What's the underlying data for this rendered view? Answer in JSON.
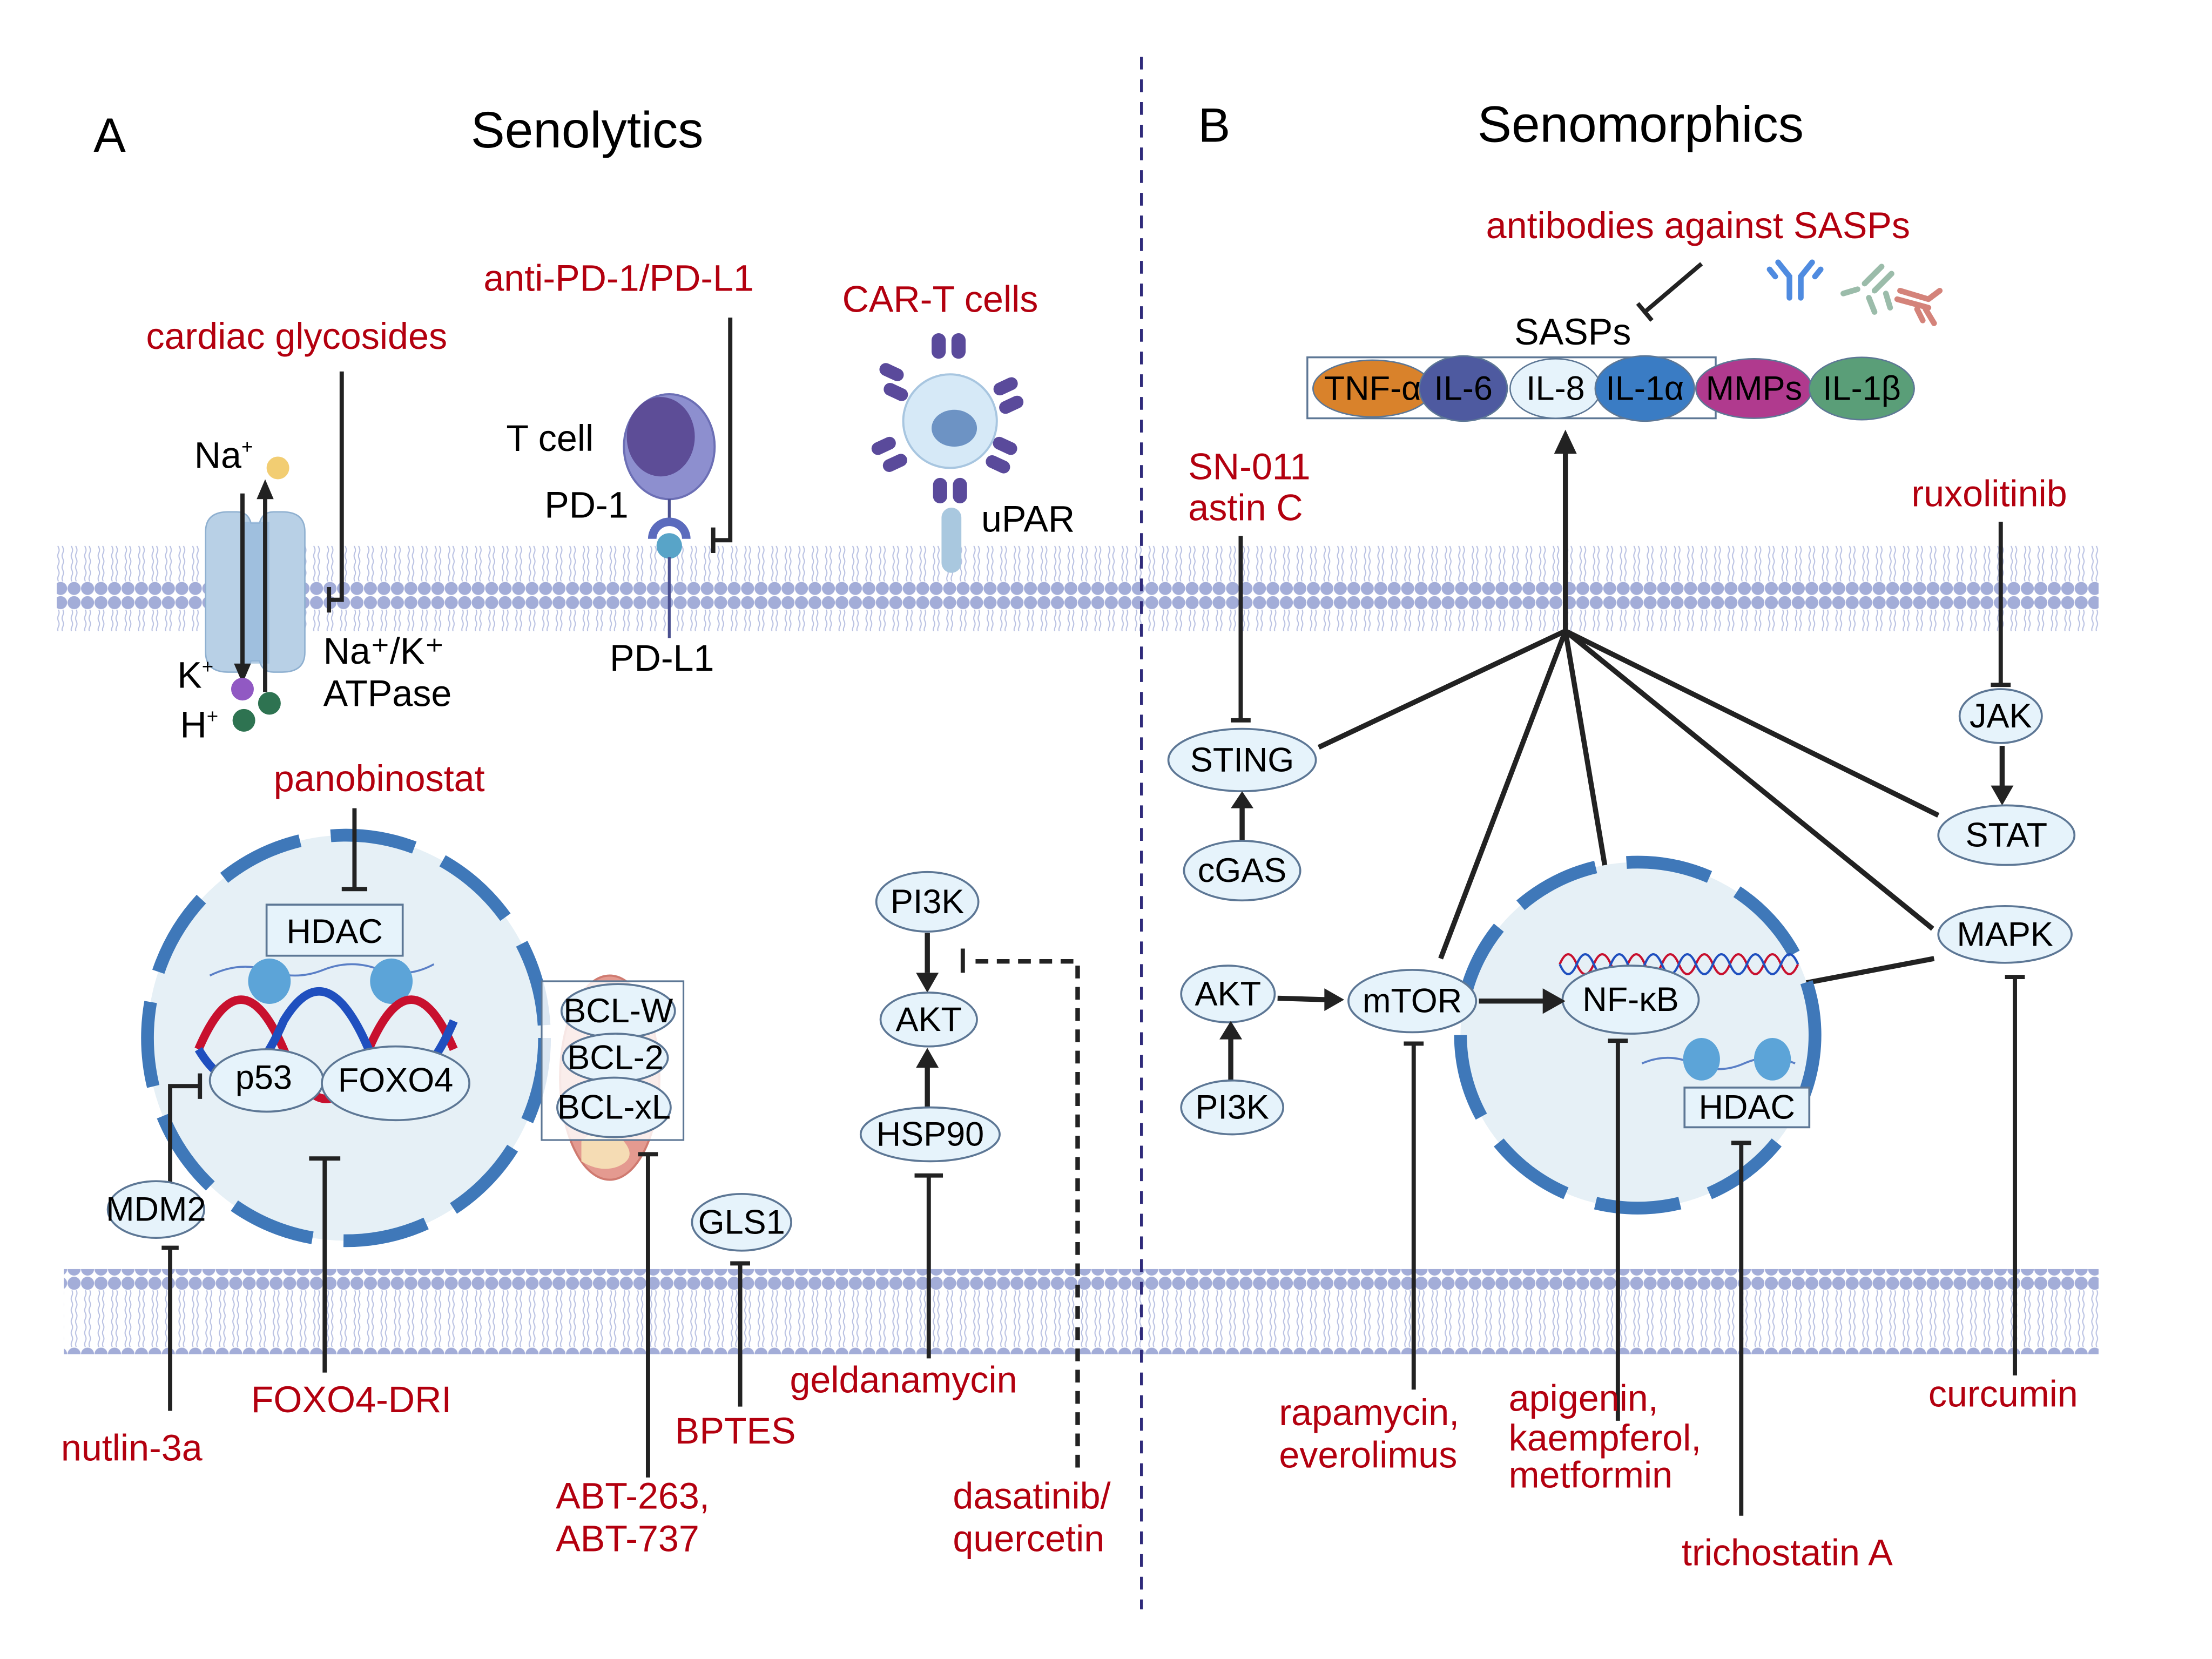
{
  "panels": {
    "a": {
      "letter": "A",
      "title": "Senolytics"
    },
    "b": {
      "letter": "B",
      "title": "Senomorphics"
    }
  },
  "senolytics": {
    "drugs": {
      "cardiac_glycosides": "cardiac glycosides",
      "anti_pd1": "anti-PD-1/PD-L1",
      "car_t": "CAR-T cells",
      "panobinostat": "panobinostat",
      "nutlin": "nutlin-3a",
      "foxo4_dri": "FOXO4-DRI",
      "abt_1": "ABT-263,",
      "abt_2": "ABT-737",
      "bptes": "BPTES",
      "geldanamycin": "geldanamycin",
      "dasatinib_1": "dasatinib/",
      "dasatinib_2": "quercetin"
    },
    "labels": {
      "na": "Na",
      "k": "K",
      "h": "H",
      "plus": "+",
      "atpase_1": "Na⁺/K⁺",
      "atpase_2": "ATPase",
      "tcell": "T cell",
      "pd1": "PD-1",
      "pdl1": "PD-L1",
      "upar": "uPAR"
    },
    "nodes": {
      "hdac": "HDAC",
      "p53": "p53",
      "foxo4": "FOXO4",
      "mdm2": "MDM2",
      "bclw": "BCL-W",
      "bcl2": "BCL-2",
      "bclxl": "BCL-xL",
      "gls1": "GLS1",
      "pi3k": "PI3K",
      "akt": "AKT",
      "hsp90": "HSP90"
    }
  },
  "senomorphics": {
    "drugs": {
      "antibodies": "antibodies against SASPs",
      "sn011": "SN-011",
      "astin": "astin C",
      "ruxolitinib": "ruxolitinib",
      "rapamycin_1": "rapamycin,",
      "rapamycin_2": "everolimus",
      "apigenin_1": "apigenin,",
      "apigenin_2": "kaempferol,",
      "apigenin_3": "metformin",
      "trichostatin": "trichostatin A",
      "curcumin": "curcumin"
    },
    "sasps_label": "SASPs",
    "sasps": [
      {
        "label": "TNF-α",
        "color": "#d9822b"
      },
      {
        "label": "IL-6",
        "color": "#4e5aa0"
      },
      {
        "label": "IL-8",
        "color": "#e6f3fb"
      },
      {
        "label": "IL-1α",
        "color": "#3a7cc4"
      },
      {
        "label": "MMPs",
        "color": "#b03a8e"
      },
      {
        "label": "IL-1β",
        "color": "#5a9e78"
      }
    ],
    "nodes": {
      "sting": "STING",
      "cgas": "cGAS",
      "jak": "JAK",
      "stat": "STAT",
      "mapk": "MAPK",
      "akt": "AKT",
      "mtor": "mTOR",
      "nfkb": "NF-κB",
      "pi3k": "PI3K",
      "hdac": "HDAC"
    }
  },
  "colors": {
    "drug": "#b3000f",
    "membrane": "#a3add8",
    "node_fill": "#e6f3fb",
    "nucleus_border": "#3f78b9",
    "divider": "#2f2a7a"
  }
}
